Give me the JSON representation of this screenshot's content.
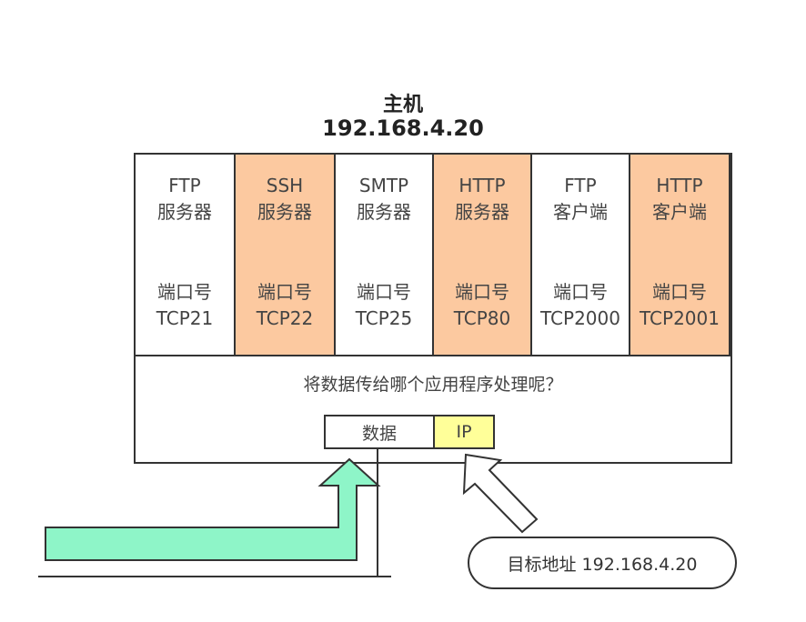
{
  "host": {
    "title": "主机",
    "ip": "192.168.4.20"
  },
  "apps": [
    {
      "name_line1": "FTP",
      "name_line2": "服务器",
      "port_label": "端口号",
      "port": "TCP21",
      "color": "#ffffff"
    },
    {
      "name_line1": "SSH",
      "name_line2": "服务器",
      "port_label": "端口号",
      "port": "TCP22",
      "color": "#fcc9a0"
    },
    {
      "name_line1": "SMTP",
      "name_line2": "服务器",
      "port_label": "端口号",
      "port": "TCP25",
      "color": "#ffffff"
    },
    {
      "name_line1": "HTTP",
      "name_line2": "服务器",
      "port_label": "端口号",
      "port": "TCP80",
      "color": "#fcc9a0"
    },
    {
      "name_line1": "FTP",
      "name_line2": "客户端",
      "port_label": "端口号",
      "port": "TCP2000",
      "color": "#ffffff"
    },
    {
      "name_line1": "HTTP",
      "name_line2": "客户端",
      "port_label": "端口号",
      "port": "TCP2001",
      "color": "#fcc9a0"
    }
  ],
  "question": "将数据传给哪个应用程序处理呢？",
  "packet": {
    "data_label": "数据",
    "ip_label": "IP"
  },
  "target_address": "目标地址 192.168.4.20",
  "colors": {
    "highlight": "#fcc9a0",
    "ip_field": "#ffff99",
    "arrow_fill": "#8ef5c8",
    "line": "#333333"
  }
}
